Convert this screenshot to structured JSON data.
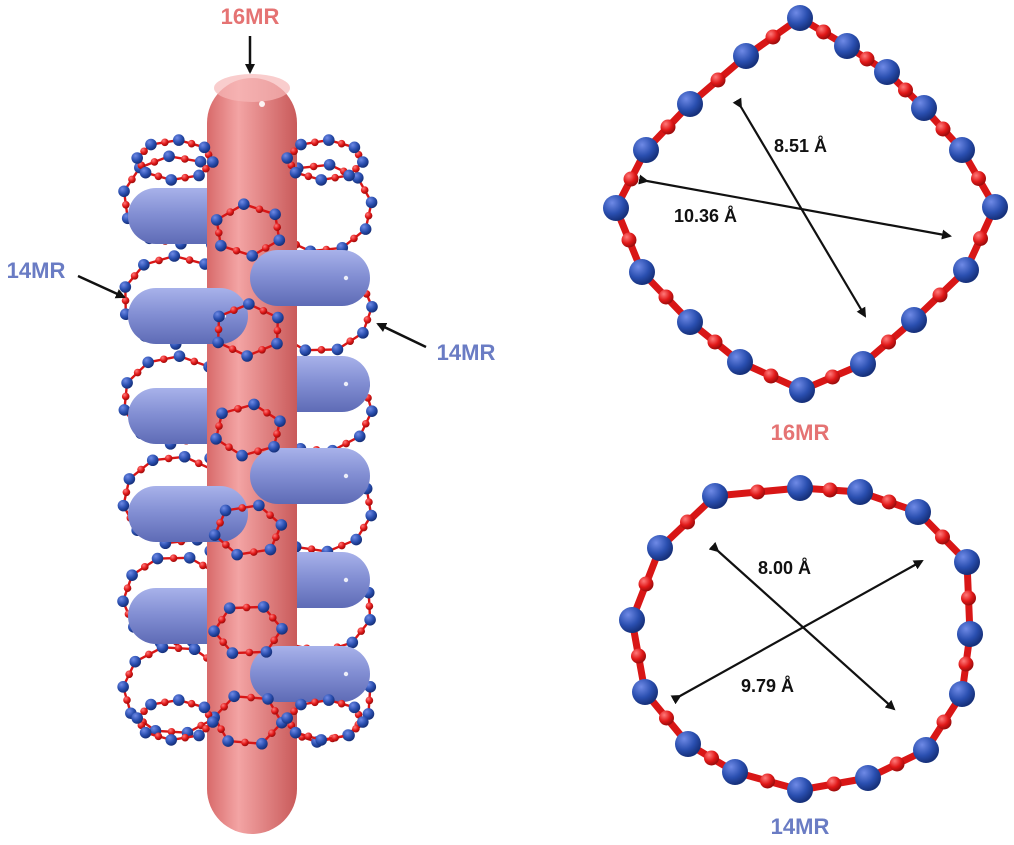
{
  "labels": {
    "channel_16mr": "16MR",
    "channel_14mr_left": "14MR",
    "channel_14mr_right": "14MR",
    "ring_16mr_caption": "16MR",
    "ring_14mr_caption": "14MR"
  },
  "dimensions": {
    "ring_16mr_short": "8.51 Å",
    "ring_16mr_long": "10.36 Å",
    "ring_14mr_a": "8.00 Å",
    "ring_14mr_b": "9.79 Å"
  },
  "colors": {
    "channel_16mr": "#e88080",
    "channel_14mr": "#8490d4",
    "atom_t": "#2a4fb0",
    "atom_o": "#e01818",
    "bond": "#d81616",
    "arrow": "#111111",
    "label_16mr": "#e57373",
    "label_14mr": "#6a7cc4"
  },
  "icons": {
    "arrow_icon": "arrow-icon"
  }
}
